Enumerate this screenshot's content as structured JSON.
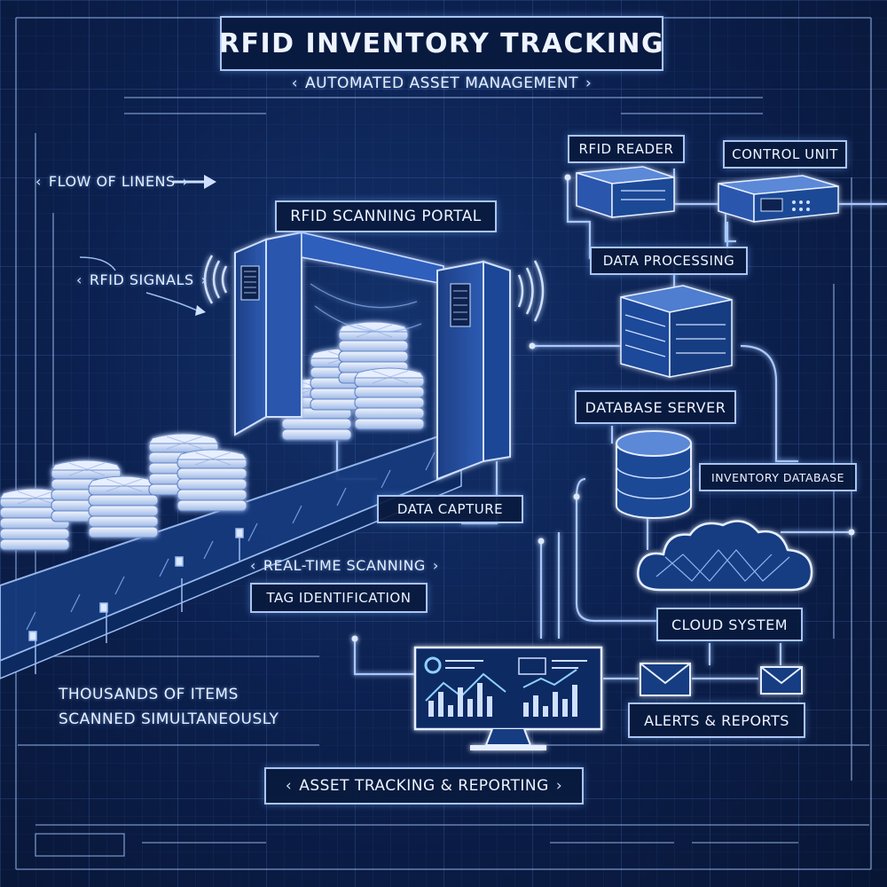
{
  "title": "RFID INVENTORY TRACKING",
  "subtitle": "AUTOMATED ASSET MANAGEMENT",
  "labels": {
    "flow_of_linens": "FLOW OF LINENS",
    "rfid_signals": "RFID SIGNALS",
    "rfid_scanning_portal": "RFID SCANNING PORTAL",
    "rfid_reader": "RFID READER",
    "control_unit": "CONTROL UNIT",
    "data_processing": "DATA PROCESSING",
    "database_server": "DATABASE SERVER",
    "inventory_database": "INVENTORY DATABASE",
    "data_capture": "DATA CAPTURE",
    "real_time_scanning": "REAL-TIME SCANNING",
    "tag_identification": "TAG IDENTIFICATION",
    "cloud_system": "CLOUD SYSTEM",
    "alerts_reports": "ALERTS & REPORTS",
    "thousands_line1": "THOUSANDS OF ITEMS",
    "thousands_line2": "SCANNED SIMULTANEOUSLY",
    "asset_tracking": "ASSET TRACKING & REPORTING"
  },
  "icons": [
    "arrow-right-icon",
    "rfid-wave-icon",
    "rfid-reader-icon",
    "control-unit-icon",
    "server-rack-icon",
    "database-icon",
    "cloud-icon",
    "envelope-icon",
    "dashboard-monitor-icon",
    "conveyor-belt",
    "linen-stack",
    "scanning-portal"
  ],
  "colors": {
    "background": "#0c2150",
    "line": "#8fb4ef",
    "glow": "#5aa0ff",
    "text": "#eef4ff"
  }
}
